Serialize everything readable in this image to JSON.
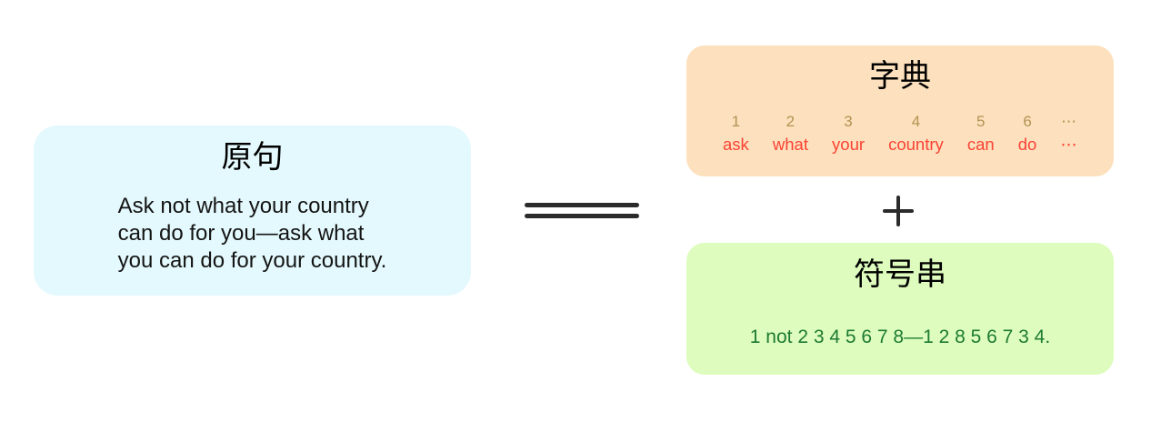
{
  "original": {
    "title": "原句",
    "lines": [
      "Ask not what your country",
      "can do for you—ask what",
      "you can do for your country."
    ]
  },
  "equation": {
    "equals_symbol": "=",
    "plus_symbol": "+"
  },
  "dictionary": {
    "title": "字典",
    "entries": [
      {
        "index": "1",
        "word": "ask"
      },
      {
        "index": "2",
        "word": "what"
      },
      {
        "index": "3",
        "word": "your"
      },
      {
        "index": "4",
        "word": "country"
      },
      {
        "index": "5",
        "word": "can"
      },
      {
        "index": "6",
        "word": "do"
      },
      {
        "index": "⋯",
        "word": "⋯"
      }
    ]
  },
  "symbols": {
    "title": "符号串",
    "text": "1 not 2 3 4 5 6 7 8—1 2 8 5 6 7 3 4."
  },
  "colors": {
    "original_bg": "#E4F9FD",
    "dictionary_bg": "#FDE0BD",
    "symbols_bg": "#DDFCBD",
    "index_text": "#B29353",
    "word_text": "#FA4334",
    "symbols_text": "#1E7B33",
    "operator": "#2B2B2B",
    "title_text": "#000000",
    "body_text": "#141414"
  }
}
